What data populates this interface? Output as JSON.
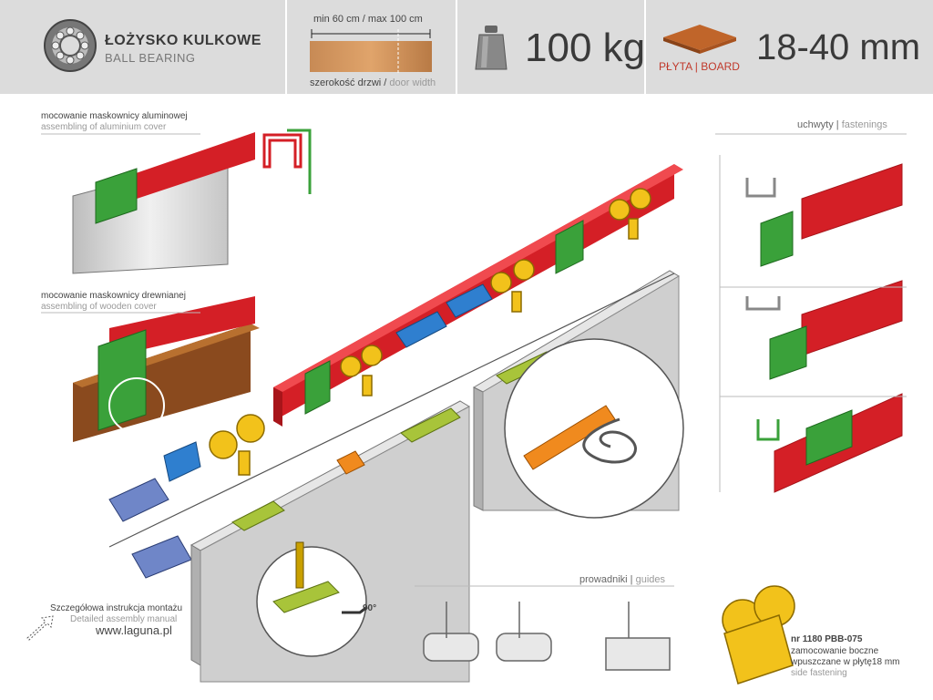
{
  "header": {
    "bearing_title": "ŁOŻYSKO KULKOWE",
    "bearing_subtitle": "BALL BEARING",
    "width_range": "min 60 cm / max 100 cm",
    "width_label": "szerokość drzwi",
    "width_label_en": "door width",
    "weight": "100 kg",
    "board_label": "PŁYTA | BOARD",
    "thickness": "18-40 mm"
  },
  "sections": {
    "aluminium_pl": "mocowanie maskownicy aluminowej",
    "aluminium_en": "assembling of aluminium cover",
    "wooden_pl": "mocowanie maskownicy drewnianej",
    "wooden_en": "assembling  of wooden cover",
    "fastenings": "uchwyty",
    "fastenings_en": "fastenings",
    "guides": "prowadniki",
    "guides_en": "guides"
  },
  "footer": {
    "manual_pl": "Szczegółowa instrukcja montażu",
    "manual_en": "Detailed assembly manual",
    "url": "www.laguna.pl"
  },
  "product_note": {
    "code": "nr 1180 PBB-075",
    "line1": "zamocowanie boczne",
    "line2": "wpuszczane w płytę18 mm",
    "line3": "side fastening"
  },
  "angle_label": "90°",
  "colors": {
    "rail": "#e0242a",
    "bracket": "#3aa13a",
    "wheel": "#f2c21b",
    "stopper": "#2f7fcf",
    "plate": "#a8c43a",
    "spring": "#f08a1e",
    "door": "#c8c8c8"
  }
}
